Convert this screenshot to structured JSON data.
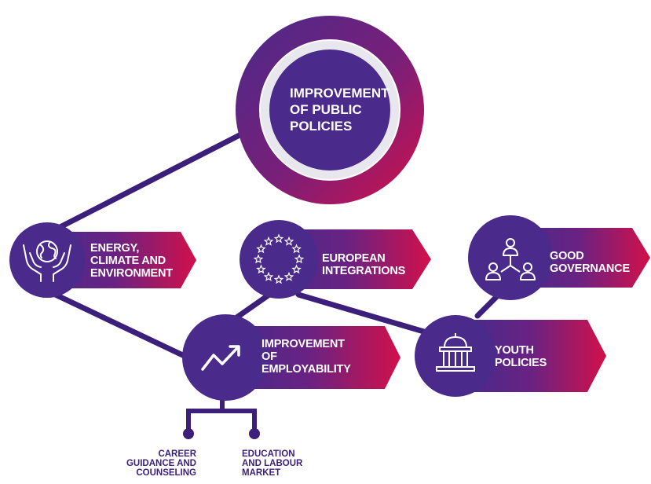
{
  "colors": {
    "purple": "#4a2a8a",
    "purple_dark": "#3c1f7a",
    "magenta": "#d2104a",
    "white": "#ffffff"
  },
  "center": {
    "label_lines": [
      "IMPROVEMENT",
      "OF PUBLIC",
      "POLICIES"
    ]
  },
  "nodes": [
    {
      "id": "energy",
      "icon": "globe-hands-icon",
      "label_lines": [
        "ENERGY,",
        "CLIMATE AND",
        "ENVIRONMENT"
      ]
    },
    {
      "id": "european",
      "icon": "eu-stars-icon",
      "label_lines": [
        "EUROPEAN",
        "INTEGRATIONS"
      ]
    },
    {
      "id": "governance",
      "icon": "people-network-icon",
      "label_lines": [
        "GOOD",
        "GOVERNANCE"
      ]
    },
    {
      "id": "employability",
      "icon": "trend-up-icon",
      "label_lines": [
        "IMPROVEMENT",
        "OF",
        "EMPLOYABILITY"
      ]
    },
    {
      "id": "youth",
      "icon": "capitol-building-icon",
      "label_lines": [
        "YOUTH",
        "POLICIES"
      ]
    }
  ],
  "subtopics": [
    {
      "label_lines": [
        "CAREER",
        "GUIDANCE AND",
        "COUNSELING"
      ]
    },
    {
      "label_lines": [
        "EDUCATION",
        "AND LABOUR",
        "MARKET"
      ]
    }
  ]
}
